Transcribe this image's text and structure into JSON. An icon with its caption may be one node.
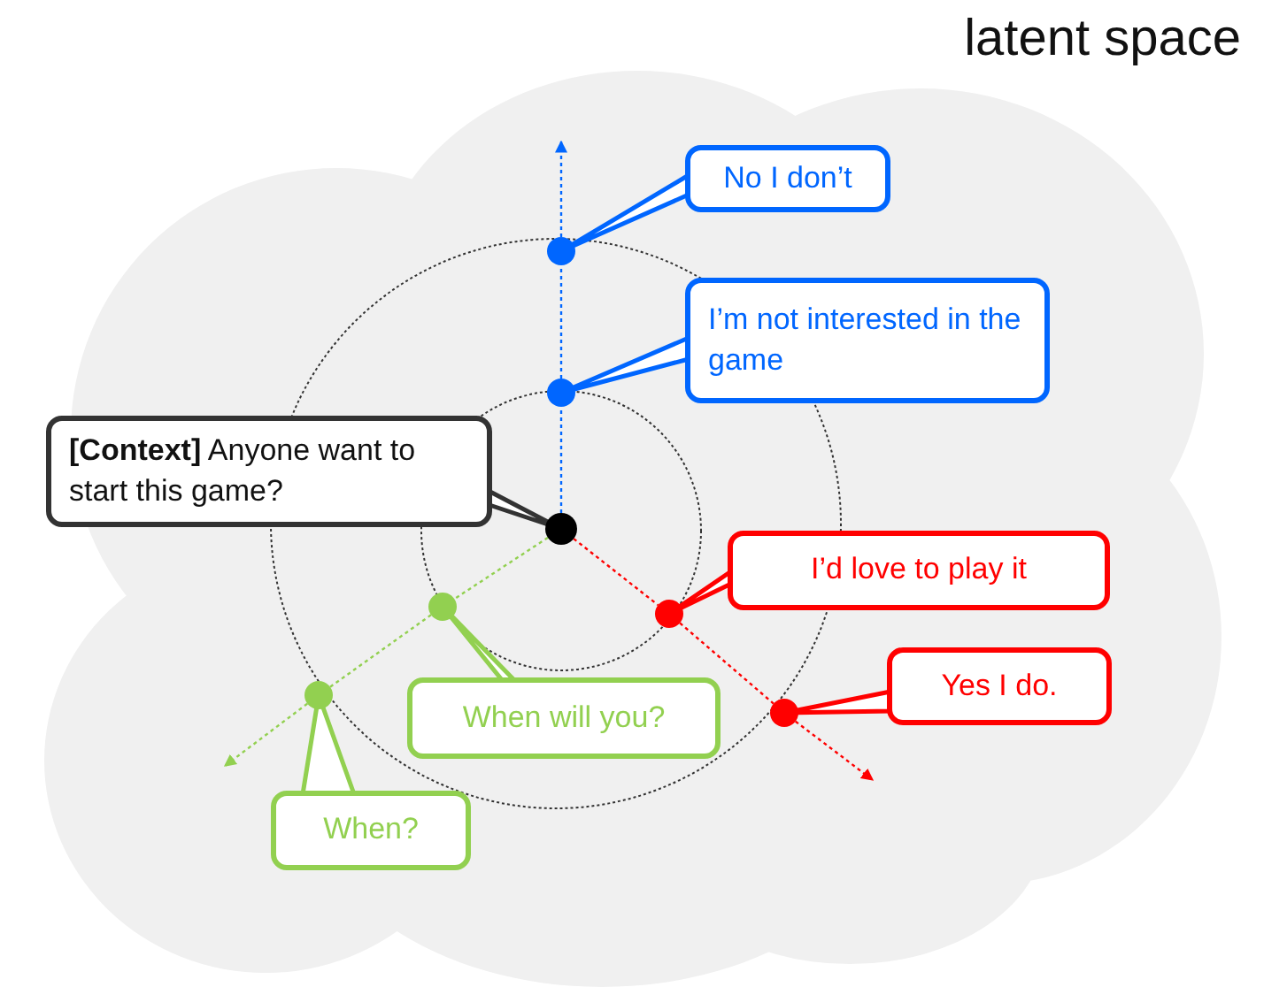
{
  "diagram": {
    "title": "latent space",
    "nodes": [
      {
        "text": [
          "No I don’t"
        ]
      },
      {
        "text": [
          "I’m not interested in the game"
        ]
      },
      {
        "text": [
          "**[Context]** Anyone want to start this game?"
        ]
      },
      {
        "text": [
          "I’d love to play it"
        ]
      },
      {
        "text": [
          "Yes I do."
        ]
      },
      {
        "text": [
          "When will you?"
        ]
      },
      {
        "text": [
          "When?"
        ]
      },
      {
        "text": [],
        "shape": "circle"
      },
      {
        "text": [],
        "shape": "circle"
      },
      {
        "text": [],
        "shape": "circle"
      },
      {
        "text": [],
        "shape": "circle"
      },
      {
        "text": [],
        "shape": "circle"
      },
      {
        "text": [],
        "shape": "circle"
      },
      {
        "text": [],
        "shape": "circle"
      }
    ],
    "edges": [
      {
        "from": 0,
        "to": 7,
        "arrow": "none",
        "color": "#0066ff"
      },
      {
        "from": 1,
        "to": 8,
        "arrow": "none",
        "color": "#0066ff"
      },
      {
        "from": 2,
        "to": 9,
        "arrow": "none"
      },
      {
        "from": 3,
        "to": 10,
        "arrow": "none",
        "color": "#ff0000"
      },
      {
        "from": 4,
        "to": 11,
        "arrow": "none",
        "color": "#ff0000"
      },
      {
        "from": 5,
        "to": 12,
        "arrow": "none",
        "color": "#92d050"
      },
      {
        "from": 6,
        "to": 13,
        "arrow": "none",
        "color": "#92d050"
      },
      {
        "from": 9,
        "to": 8,
        "arrow": "none",
        "style": "dashed",
        "color": "#0066ff"
      },
      {
        "from": 8,
        "to": 7,
        "arrow": "none",
        "style": "dashed",
        "color": "#0066ff"
      },
      {
        "from": 7,
        "to": null,
        "arrow": "to",
        "style": "dashed",
        "color": "#0066ff"
      },
      {
        "from": 9,
        "to": 10,
        "arrow": "none",
        "style": "dashed",
        "color": "#ff0000"
      },
      {
        "from": 10,
        "to": 11,
        "arrow": "none",
        "style": "dashed",
        "color": "#ff0000"
      },
      {
        "from": 11,
        "to": null,
        "arrow": "to",
        "style": "dashed",
        "color": "#ff0000"
      },
      {
        "from": 9,
        "to": 12,
        "arrow": "none",
        "style": "dashed",
        "color": "#92d050"
      },
      {
        "from": 12,
        "to": 13,
        "arrow": "none",
        "style": "dashed",
        "color": "#92d050"
      },
      {
        "from": 13,
        "to": null,
        "arrow": "to",
        "style": "dashed",
        "color": "#92d050"
      }
    ]
  }
}
